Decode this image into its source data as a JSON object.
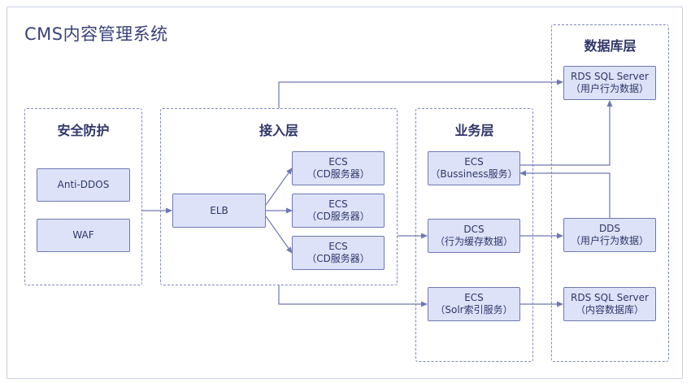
{
  "title": "CMS内容管理系统",
  "colors": {
    "accent": "#39407c",
    "node_fill": "#dde2f8",
    "node_border": "#6f78b2",
    "edge": "#6f78b2",
    "group_border": "#7f87bf"
  },
  "groups": {
    "security": "安全防护",
    "access": "接入层",
    "business": "业务层",
    "database": "数据库层"
  },
  "nodes": {
    "anti_ddos": {
      "line1": "Anti-DDOS",
      "line2": ""
    },
    "waf": {
      "line1": "WAF",
      "line2": ""
    },
    "elb": {
      "line1": "ELB",
      "line2": ""
    },
    "ecs_cd_1": {
      "line1": "ECS",
      "line2": "（CD服务器）"
    },
    "ecs_cd_2": {
      "line1": "ECS",
      "line2": "（CD服务器）"
    },
    "ecs_cd_3": {
      "line1": "ECS",
      "line2": "（CD服务器）"
    },
    "ecs_business": {
      "line1": "ECS",
      "line2": "（Bussiness服务）"
    },
    "dcs": {
      "line1": "DCS",
      "line2": "（行为缓存数据）"
    },
    "ecs_solr": {
      "line1": "ECS",
      "line2": "（Solr索引服务）"
    },
    "rds_behavior": {
      "line1": "RDS SQL Server",
      "line2": "（用户行为数据）"
    },
    "dds": {
      "line1": "DDS",
      "line2": "（用户行为数据）"
    },
    "rds_content": {
      "line1": "RDS SQL Server",
      "line2": "（内容数据库）"
    }
  }
}
